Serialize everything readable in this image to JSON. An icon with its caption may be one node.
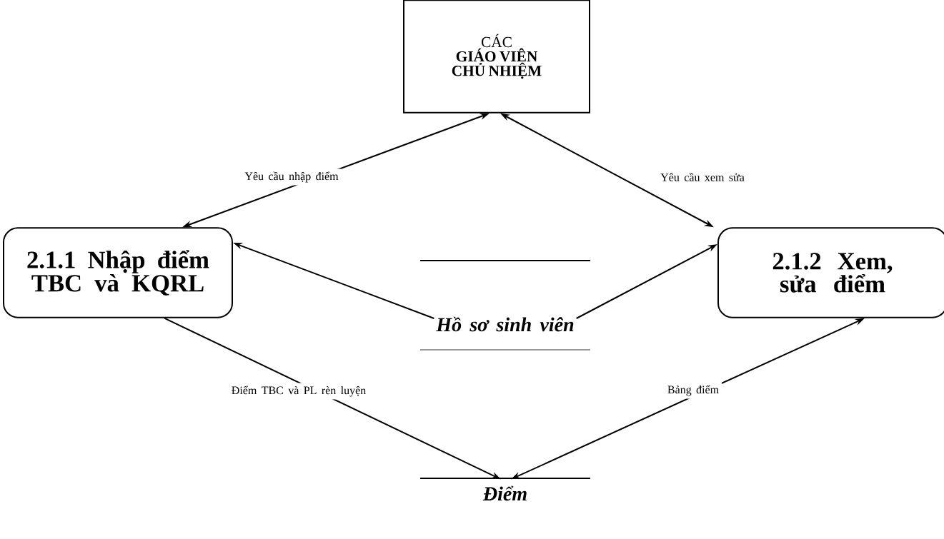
{
  "diagram": {
    "nodes": [
      {
        "text": [
          "CÁC",
          "GIÁO VIÊN CHỦ NHIỆM"
        ]
      },
      {
        "text": [
          "2.1.1 Nhập điểm TBC và KQRL"
        ]
      },
      {
        "text": [
          "2.1.2 Xem, sửa điểm"
        ]
      },
      {
        "text": [
          "Hồ sơ sinh viên"
        ]
      },
      {
        "text": [
          "Điểm"
        ]
      }
    ],
    "edges": [
      {
        "from": 0,
        "to": 1,
        "arrow": "both",
        "label": "Yêu cầu nhập điểm"
      },
      {
        "from": 0,
        "to": 2,
        "arrow": "both",
        "label": "Yêu cầu xem sửa"
      },
      {
        "from": 3,
        "to": 1,
        "arrow": "to"
      },
      {
        "from": 3,
        "to": 2,
        "arrow": "to"
      },
      {
        "from": 1,
        "to": 4,
        "arrow": "to",
        "label": "Điểm TBC và PL rèn luyện"
      },
      {
        "from": 2,
        "to": 4,
        "arrow": "both",
        "label": "Bảng điểm"
      }
    ]
  }
}
